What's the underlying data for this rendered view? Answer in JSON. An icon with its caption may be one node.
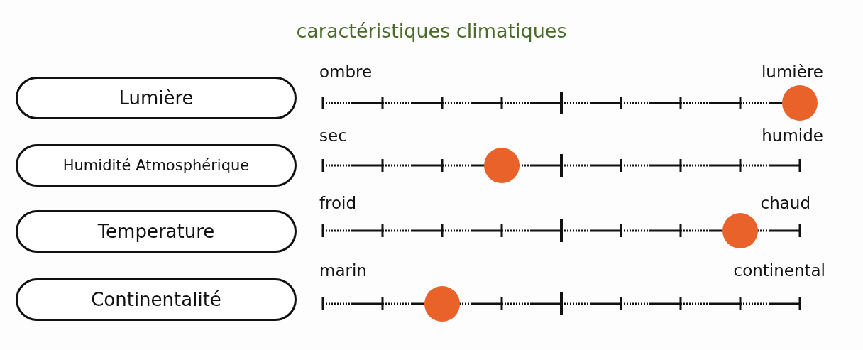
{
  "diagram": {
    "title": "caractéristiques climatiques",
    "nodes": [
      {
        "text": [
          "Lumière"
        ]
      },
      {
        "text": [
          "Humidité Atmosphérique"
        ]
      },
      {
        "text": [
          "Temperature"
        ]
      },
      {
        "text": [
          "Continentalité"
        ]
      }
    ],
    "labels": [
      "ombre",
      "lumière",
      "sec",
      "humide",
      "froid",
      "chaud",
      "marin",
      "continental"
    ]
  }
}
